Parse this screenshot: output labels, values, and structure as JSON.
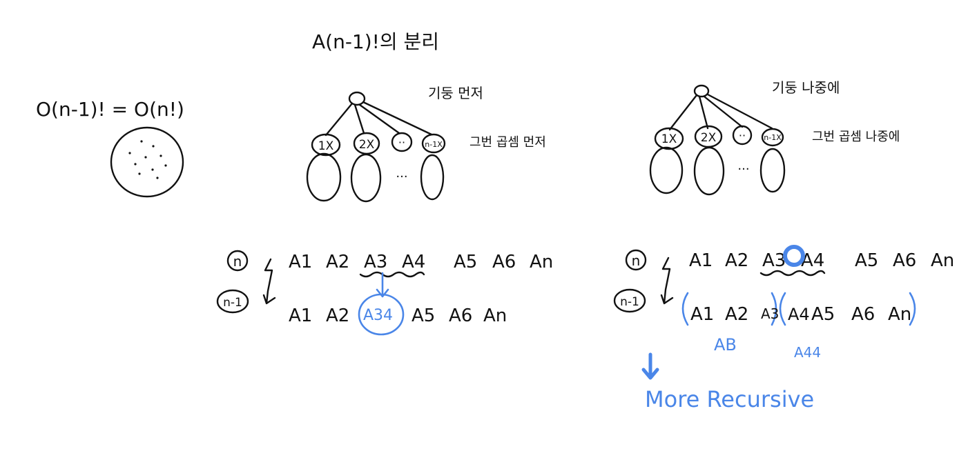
{
  "title": "A(n-1)!의 분리",
  "left": {
    "formula": "O(n-1)! = O(n!)"
  },
  "middle": {
    "tree_label": "기둥 먼저",
    "branch_label": "그번 곱셈 먼저",
    "children": [
      "1X",
      "2X",
      "··",
      "n-1X"
    ],
    "ellipsis": "···",
    "row_n_label": "n",
    "row_n1_label": "n-1",
    "row_n": [
      "A1",
      "A2",
      "A3",
      "A4",
      "A5",
      "A6",
      "An"
    ],
    "row_n1": [
      "A1",
      "A2",
      "A34",
      "A5",
      "A6",
      "An"
    ]
  },
  "right": {
    "tree_label": "기둥 나중에",
    "branch_label": "그번 곱셈 나중에",
    "children": [
      "1X",
      "2X",
      "··",
      "n-1X"
    ],
    "ellipsis": "···",
    "row_n_label": "n",
    "row_n1_label": "n-1",
    "row_n": [
      "A1",
      "A2",
      "A3",
      "A4",
      "A5",
      "A6",
      "An"
    ],
    "row_n1": [
      "A1",
      "A2",
      "A3",
      "A4",
      "A5",
      "A6",
      "An"
    ],
    "sub_labels": [
      "AB",
      "A44"
    ],
    "note": "More Recursive"
  },
  "colors": {
    "ink": "#111111",
    "accent": "#4a86e8"
  }
}
